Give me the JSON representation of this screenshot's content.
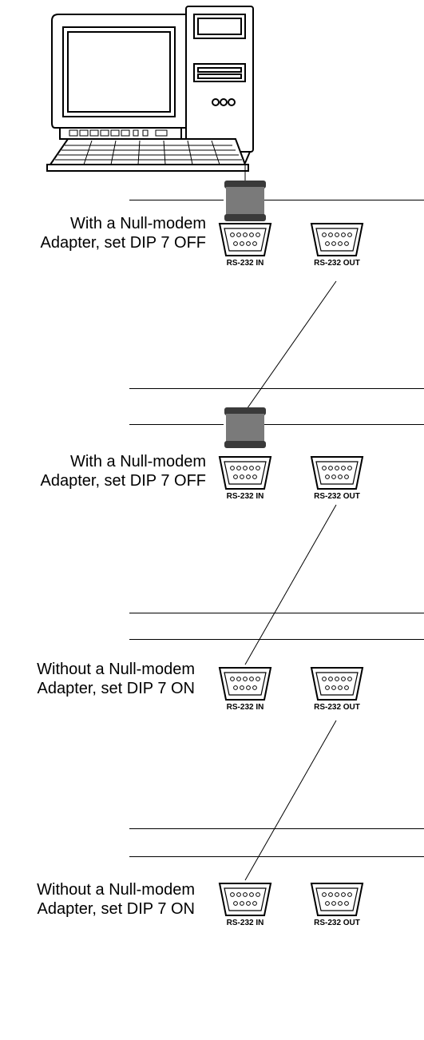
{
  "labels": [
    {
      "line1": "With a Null-modem",
      "line2": "Adapter, set DIP 7 OFF"
    },
    {
      "line1": "With a Null-modem",
      "line2": "Adapter, set DIP 7 OFF"
    },
    {
      "line1": "Without a Null-modem",
      "line2": "Adapter, set DIP 7 ON"
    },
    {
      "line1": "Without a Null-modem",
      "line2": "Adapter, set DIP 7 ON"
    }
  ],
  "ports": {
    "in_label": "RS-232 IN",
    "out_label": "RS-232 OUT"
  },
  "colors": {
    "ink": "#000000",
    "adapter_body": "#7a7a7a",
    "adapter_cap": "#3a3a3a"
  },
  "icons": {
    "computer": "desktop-computer-icon",
    "connector": "db9-connector-icon",
    "adapter": "null-modem-adapter-icon"
  }
}
